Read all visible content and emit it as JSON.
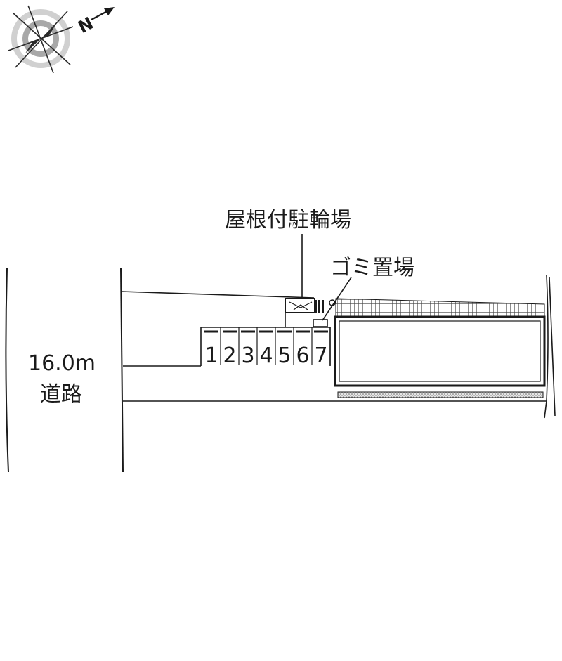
{
  "compass": {
    "icon": "compass-rose-icon",
    "north_label": "N"
  },
  "road": {
    "width_label": "16.0m",
    "name_label": "道路"
  },
  "labels": {
    "bicycle_parking": "屋根付駐輪場",
    "garbage_area": "ゴミ置場"
  },
  "parking_spaces": [
    "1",
    "2",
    "3",
    "4",
    "5",
    "6",
    "7"
  ],
  "colors": {
    "line": "#1a1a1a",
    "hatch": "#555555",
    "dots": "#777777"
  }
}
